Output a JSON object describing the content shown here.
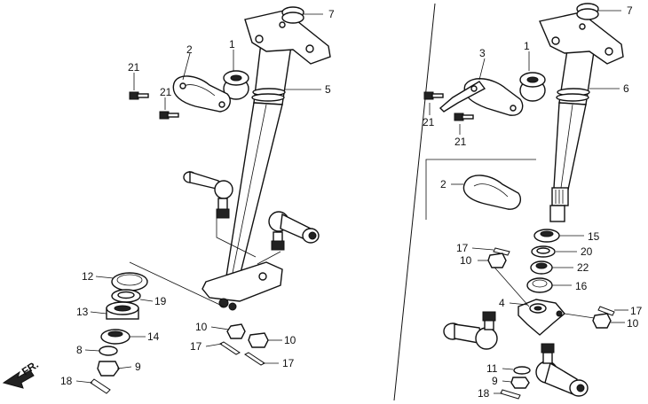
{
  "left": {
    "labels": {
      "c7": "7",
      "c2": "2",
      "c1": "1",
      "c21a": "21",
      "c21b": "21",
      "c5": "5",
      "c12": "12",
      "c19": "19",
      "c13": "13",
      "c14": "14",
      "c8": "8",
      "c9": "9",
      "c18": "18",
      "c10a": "10",
      "c10b": "10",
      "c17a": "17",
      "c17b": "17"
    }
  },
  "right": {
    "labels": {
      "c7": "7",
      "c1": "1",
      "c3": "3",
      "c6": "6",
      "c21a": "21",
      "c21b": "21",
      "c2": "2",
      "c15": "15",
      "c17a": "17",
      "c20": "20",
      "c10a": "10",
      "c22": "22",
      "c16": "16",
      "c4": "4",
      "c17b": "17",
      "c10b": "10",
      "c11": "11",
      "c9": "9",
      "c18": "18"
    }
  },
  "front_arrow": {
    "label": "FR."
  }
}
